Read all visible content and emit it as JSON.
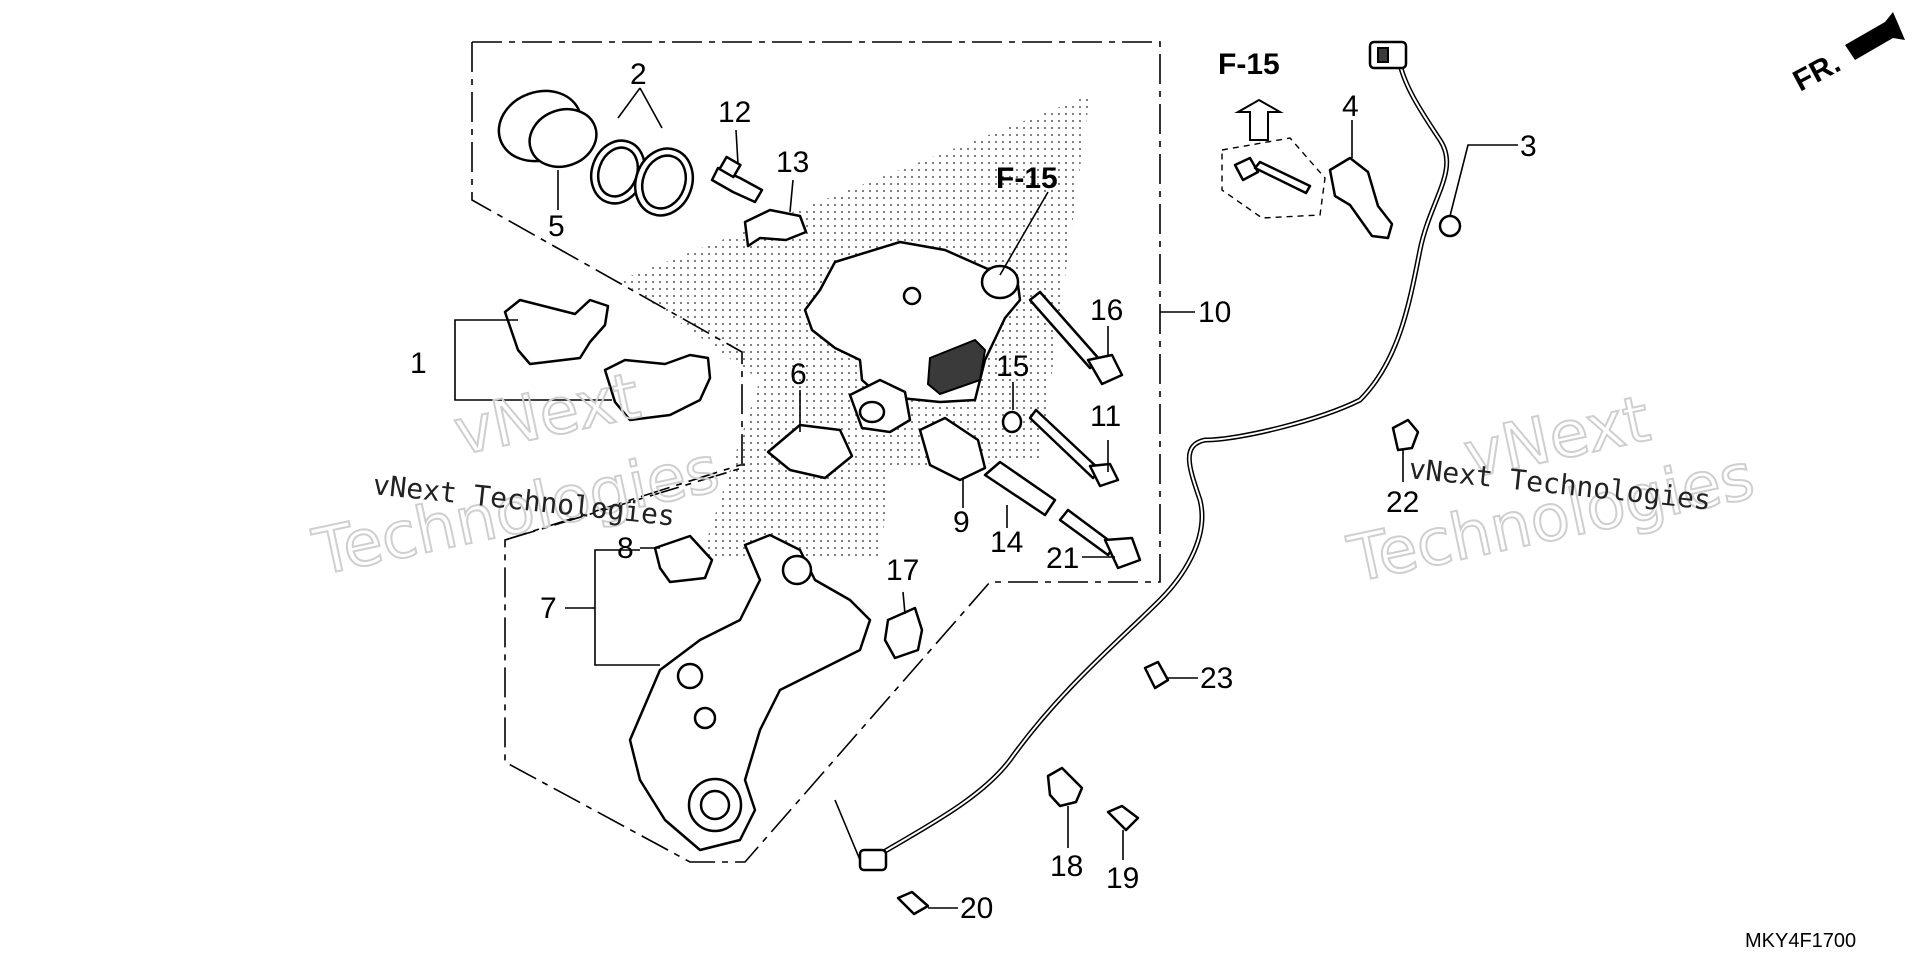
{
  "diagram_code": "MKY4F1700",
  "front_indicator": "FR.",
  "reference_labels": [
    "F-15",
    "F-15"
  ],
  "watermark": {
    "brand": "vNext",
    "brand_second": "Technologies",
    "caption": "vNext Technologies"
  },
  "parts": [
    {
      "number": "1"
    },
    {
      "number": "2"
    },
    {
      "number": "3"
    },
    {
      "number": "4"
    },
    {
      "number": "5"
    },
    {
      "number": "6"
    },
    {
      "number": "7"
    },
    {
      "number": "8"
    },
    {
      "number": "9"
    },
    {
      "number": "10"
    },
    {
      "number": "11"
    },
    {
      "number": "12"
    },
    {
      "number": "13"
    },
    {
      "number": "14"
    },
    {
      "number": "15"
    },
    {
      "number": "16"
    },
    {
      "number": "17"
    },
    {
      "number": "18"
    },
    {
      "number": "19"
    },
    {
      "number": "20"
    },
    {
      "number": "21"
    },
    {
      "number": "22"
    },
    {
      "number": "23"
    }
  ]
}
